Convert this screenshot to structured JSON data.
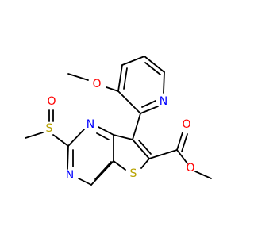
{
  "molecule": {
    "atom_labels": {
      "methoxy_o": "O",
      "pyridine_n": "N",
      "sulfoxide_o": "O",
      "sulfoxide_s": "S",
      "pyrimidine_n_top": "N",
      "pyrimidine_n_bottom": "N",
      "thiophene_s": "S",
      "ester_carbonyl_o": "O",
      "ester_o": "O"
    },
    "colors": {
      "bond": "#000000",
      "oxygen": "#ff0000",
      "nitrogen": "#0000ff",
      "sulfur": "#b8a300"
    }
  }
}
